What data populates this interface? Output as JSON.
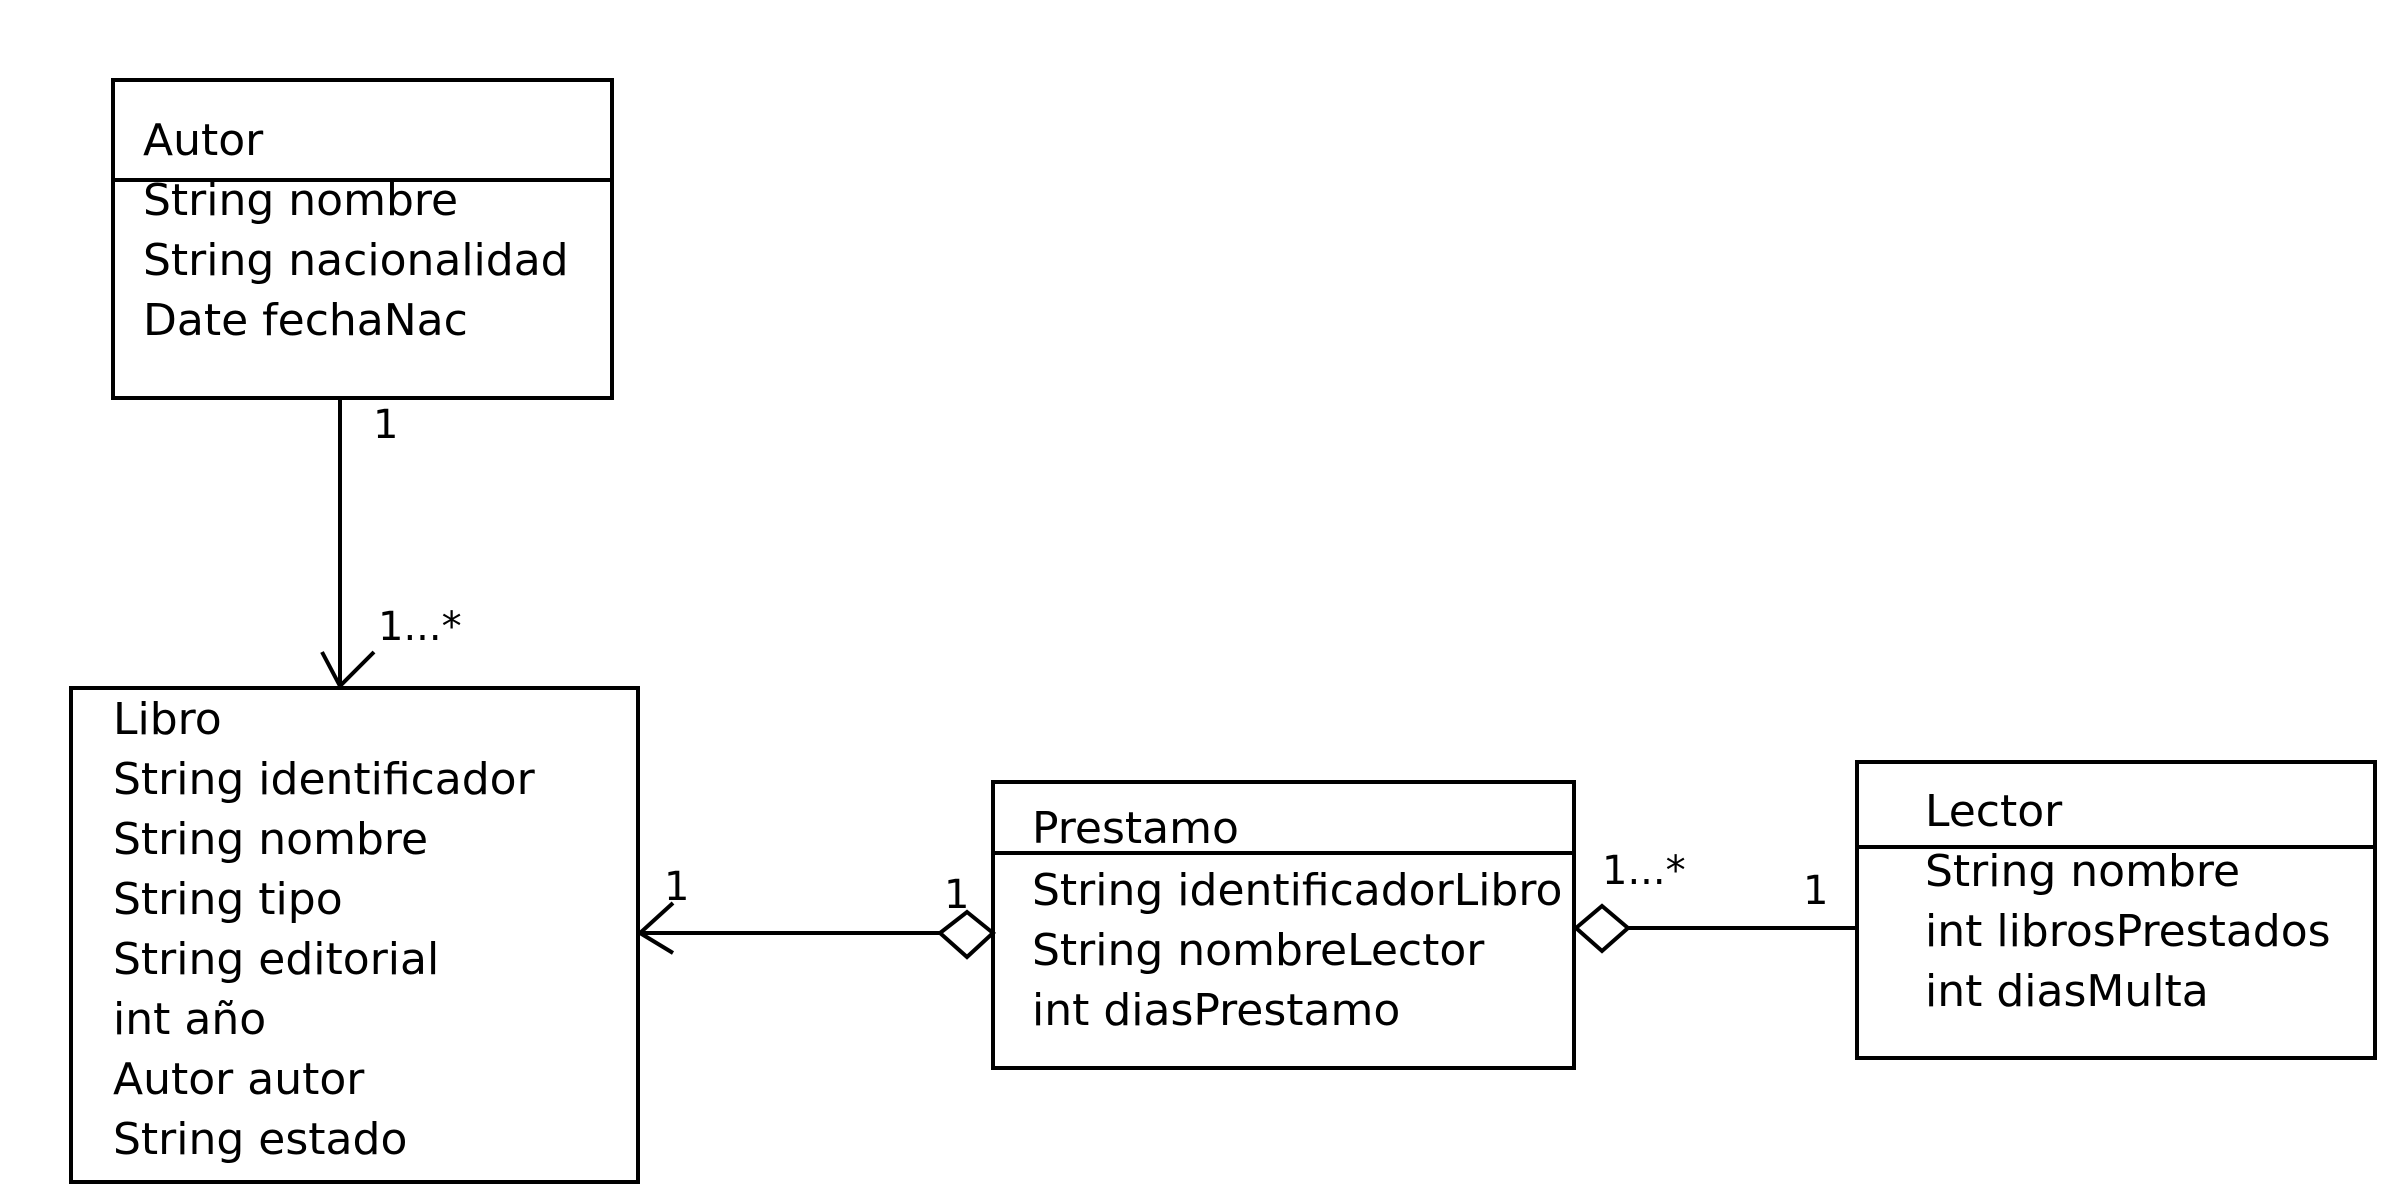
{
  "classes": {
    "autor": {
      "name": "Autor",
      "attributes": [
        "String nombre",
        "String nacionalidad",
        "Date fechaNac"
      ]
    },
    "libro": {
      "name": "Libro",
      "attributes": [
        "String identificador",
        "String nombre",
        "String tipo",
        "String editorial",
        "int año",
        "Autor autor",
        "String estado"
      ]
    },
    "prestamo": {
      "name": "Prestamo",
      "attributes": [
        "String identificadorLibro",
        "String nombreLector",
        "int diasPrestamo"
      ]
    },
    "lector": {
      "name": "Lector",
      "attributes": [
        "String nombre",
        "int librosPrestados",
        "int diasMulta"
      ]
    }
  },
  "multiplicities": {
    "autor_end": "1",
    "libro_end_from_autor": "1...*",
    "libro_end_from_prestamo": "1",
    "prestamo_end_to_libro": "1",
    "prestamo_end_to_lector": "1...*",
    "lector_end": "1"
  }
}
